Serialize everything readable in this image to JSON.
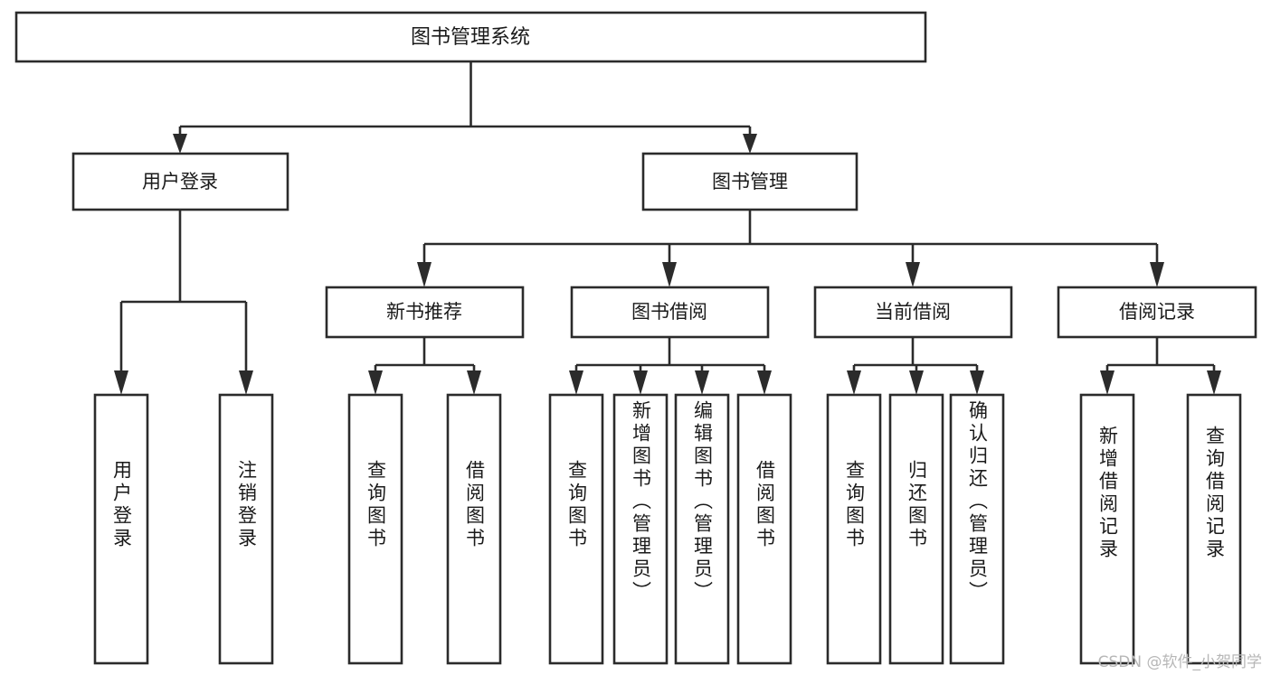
{
  "diagram": {
    "type": "tree-hierarchy-chart",
    "title": "图书管理系统",
    "watermark": "CSDN @软件_小贺同学",
    "colors": {
      "stroke": "#2b2b2b",
      "fill": "#ffffff",
      "text": "#1a1a1a",
      "watermark": "#b7b7b7",
      "background": "#ffffff"
    },
    "root": {
      "label": "图书管理系统"
    },
    "level2": [
      {
        "label": "用户登录"
      },
      {
        "label": "图书管理"
      }
    ],
    "level3": [
      {
        "label": "新书推荐"
      },
      {
        "label": "图书借阅"
      },
      {
        "label": "当前借阅"
      },
      {
        "label": "借阅记录"
      }
    ],
    "leaves": {
      "user_login": [
        {
          "label": "用户登录"
        },
        {
          "label": "注销登录"
        }
      ],
      "new_book": [
        {
          "label": "查询图书"
        },
        {
          "label": "借阅图书"
        }
      ],
      "book_borrow": [
        {
          "label": "查询图书"
        },
        {
          "label": "新增图书（管理员）"
        },
        {
          "label": "编辑图书（管理员）"
        },
        {
          "label": "借阅图书"
        }
      ],
      "current_borrow": [
        {
          "label": "查询图书"
        },
        {
          "label": "归还图书"
        },
        {
          "label": "确认归还（管理员）"
        }
      ],
      "borrow_record": [
        {
          "label": "新增借阅记录"
        },
        {
          "label": "查询借阅记录"
        }
      ]
    }
  }
}
